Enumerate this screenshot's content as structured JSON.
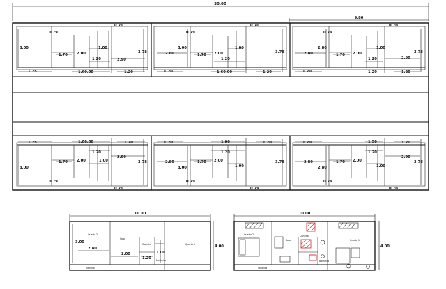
{
  "overall_width": "30.00",
  "unit_width": "9.80",
  "top_row": {
    "units": [
      {
        "d_left": "3.00",
        "d_079": "0.79",
        "d_070": "0.70",
        "d_170": "1.70",
        "d_200": "2.00",
        "d_100": "1.00",
        "d_120": "1.20",
        "d_378": "3.78",
        "d_290": "2.90",
        "d_125": "1.25",
        "d_160": "1.60.00",
        "d_bath": "1.20"
      },
      {
        "d_left": "2.80",
        "d_079": "0.79",
        "d_070": "0.70",
        "d_170": "1.70",
        "d_200": "2.00",
        "d_100": "1.00",
        "d_120": "1.20",
        "d_378": "3.78",
        "d_290": "3.00",
        "d_125": "1.20",
        "d_160": "1.60.00",
        "d_bath": "1.20"
      },
      {
        "d_left": "2.80",
        "d_079": "0.79",
        "d_070": "0.70",
        "d_170": "1.70",
        "d_200": "2.00",
        "d_100": "1.00",
        "d_120": "1.20",
        "d_378": "3.78",
        "d_290": "2.90",
        "d_125": "1.20",
        "d_160": "1.20",
        "d_bath": "1.20"
      }
    ]
  },
  "bottom_row": {
    "units": [
      {
        "d_left": "3.00",
        "d_079": "0.79",
        "d_070": "0.70",
        "d_170": "1.70",
        "d_200": "2.00",
        "d_100": "1.00",
        "d_120": "1.20",
        "d_378": "3.78",
        "d_290": "2.90",
        "d_125": "1.25",
        "d_160": "1.00.00",
        "d_bath": "1.20"
      },
      {
        "d_left": "2.80",
        "d_079": "0.79",
        "d_070": "0.79",
        "d_170": "1.70",
        "d_200": "2.00",
        "d_100": "1.00",
        "d_120": "1.20",
        "d_378": "3.78",
        "d_290": "3.00",
        "d_125": "1.20",
        "d_160": "1.00",
        "d_bath": "1.20"
      },
      {
        "d_left": "2.80",
        "d_079": "0.79",
        "d_070": "0.70",
        "d_170": "1.70",
        "d_200": "2.00",
        "d_100": "1.00",
        "d_120": "1.20",
        "d_378": "3.78",
        "d_290": "2.90",
        "d_125": "1.20",
        "d_160": "1.50",
        "d_bath": "1.20"
      }
    ]
  },
  "plan_left": {
    "width": "10.00",
    "height": "4.00",
    "d_300": "3.00",
    "d_280": "2.80",
    "d_200": "2.00",
    "d_120": "1.20",
    "d_100": "1.00",
    "rooms": [
      "Quarto 2",
      "Sala",
      "Cozinha",
      "Banheiro",
      "Quarto 1",
      "Varanda"
    ]
  },
  "plan_right": {
    "width": "10.00",
    "height": "4.00",
    "rooms": [
      "Quarto 2",
      "Sala",
      "Cozinha",
      "Banheiro",
      "Quarto 1",
      "Varanda"
    ]
  },
  "colors": {
    "line": "#111111",
    "accent": "#cc2a2a"
  }
}
